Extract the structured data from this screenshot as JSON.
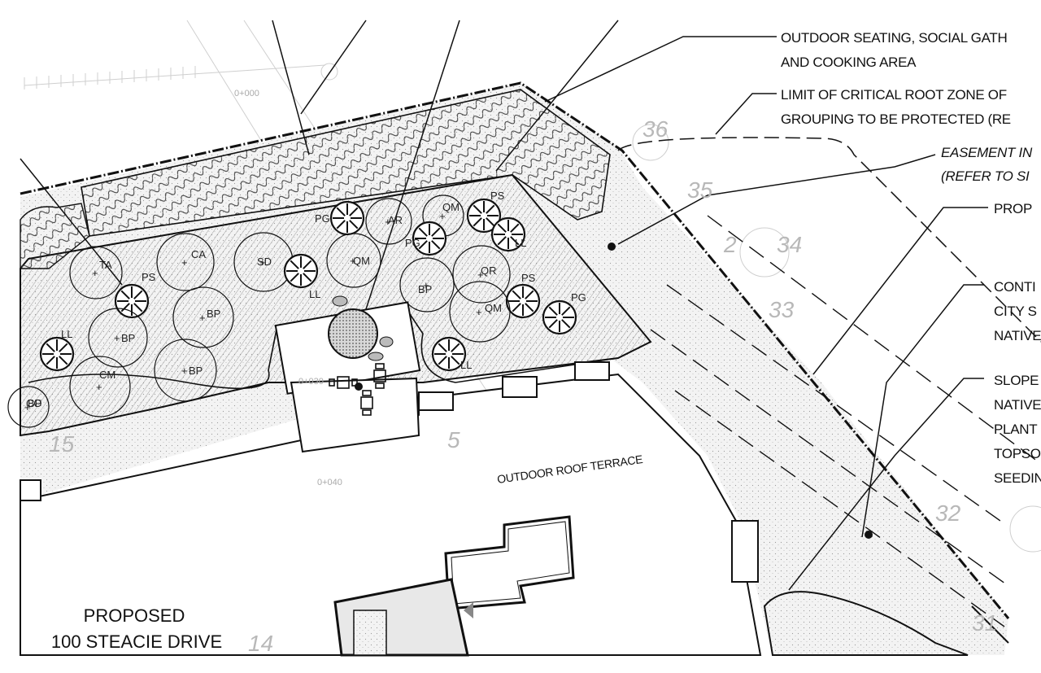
{
  "title": {
    "line1": "PROPOSED",
    "line2": "100 STEACIE DRIVE"
  },
  "callouts": {
    "c1_l1": "OUTDOOR SEATING, SOCIAL GATH",
    "c1_l2": "AND COOKING AREA",
    "c2_l1": "LIMIT OF CRITICAL ROOT ZONE OF",
    "c2_l2": "GROUPING TO BE PROTECTED (RE",
    "c3_l1": "EASEMENT IN",
    "c3_l2": "(REFER TO SI",
    "c4_l1": "PROP",
    "c5_l1": "CONTI",
    "c5_l2": "CITY S",
    "c5_l3": "NATIVE",
    "c6_l1": "SLOPE",
    "c6_l2": "NATIVE",
    "c6_l3": "PLANT",
    "c6_l4": "TOPSO",
    "c6_l5": "SEEDIN"
  },
  "terrace_label": "OUTDOOR ROOF TERRACE",
  "stations": [
    "0+000",
    "0+030",
    "0+040"
  ],
  "contours": [
    "36",
    "35",
    "34",
    "33",
    "32",
    "31",
    "2",
    "5",
    "14",
    "15"
  ],
  "trees": [
    {
      "code": "TA"
    },
    {
      "code": "PS"
    },
    {
      "code": "CA"
    },
    {
      "code": "SD"
    },
    {
      "code": "PG"
    },
    {
      "code": "AR"
    },
    {
      "code": "QM"
    },
    {
      "code": "PS"
    },
    {
      "code": "PG"
    },
    {
      "code": "LL"
    },
    {
      "code": "QM"
    },
    {
      "code": "BP"
    },
    {
      "code": "QR"
    },
    {
      "code": "PS"
    },
    {
      "code": "PG"
    },
    {
      "code": "LL"
    },
    {
      "code": "BP"
    },
    {
      "code": "BP"
    },
    {
      "code": "LL"
    },
    {
      "code": "BP"
    },
    {
      "code": "CM"
    },
    {
      "code": "BP"
    },
    {
      "code": "QM"
    },
    {
      "code": "LL"
    },
    {
      "code": "CO"
    }
  ],
  "colors": {
    "ink": "#111111",
    "hatch": "#555555",
    "faint": "#bbbbbb"
  }
}
